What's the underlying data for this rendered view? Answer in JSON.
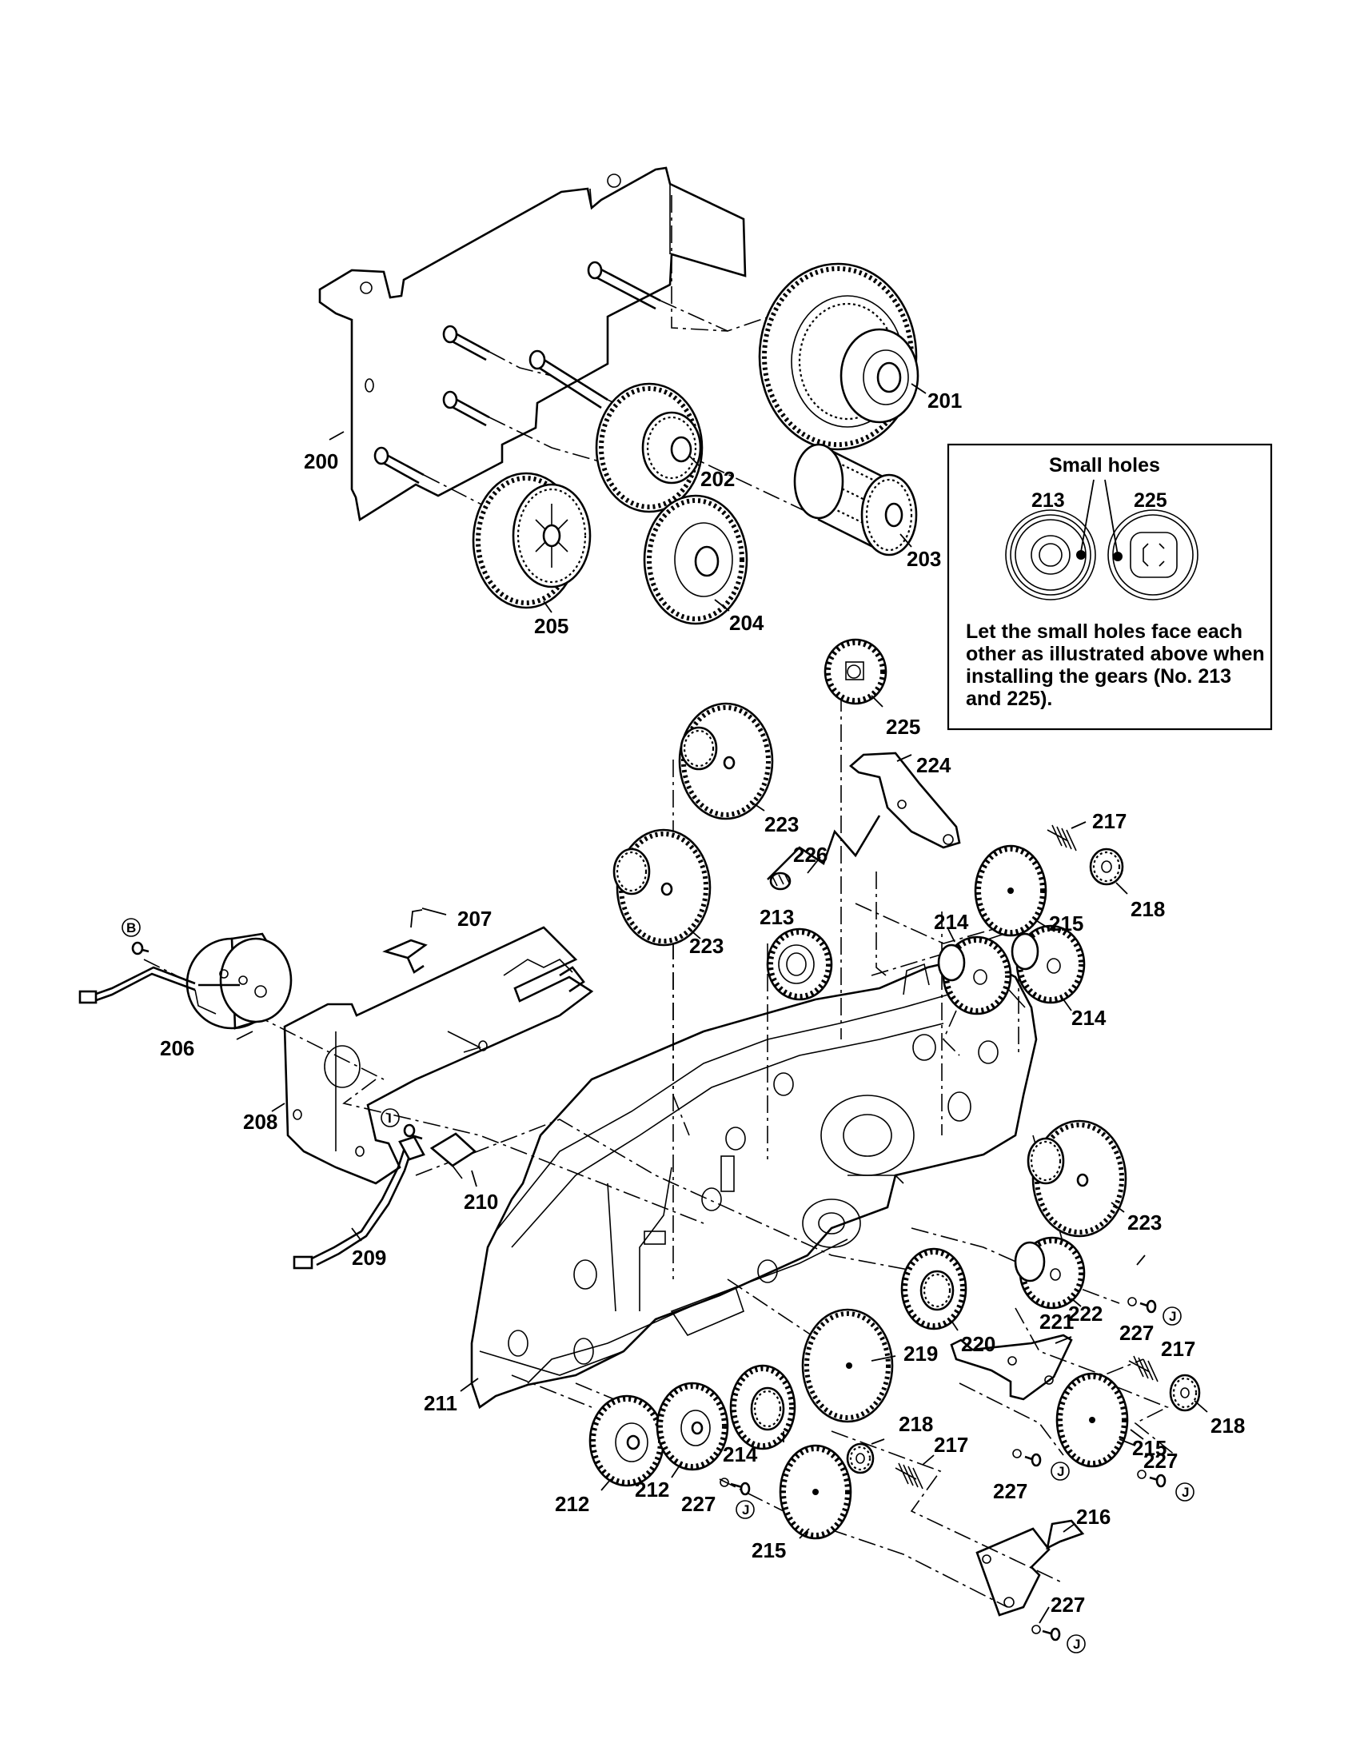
{
  "parts": [
    {
      "id": "200",
      "label": "200"
    },
    {
      "id": "201",
      "label": "201"
    },
    {
      "id": "202",
      "label": "202"
    },
    {
      "id": "203",
      "label": "203"
    },
    {
      "id": "204",
      "label": "204"
    },
    {
      "id": "205",
      "label": "205"
    },
    {
      "id": "206",
      "label": "206"
    },
    {
      "id": "207",
      "label": "207"
    },
    {
      "id": "208",
      "label": "208"
    },
    {
      "id": "209",
      "label": "209"
    },
    {
      "id": "210",
      "label": "210"
    },
    {
      "id": "211",
      "label": "211"
    },
    {
      "id": "212",
      "label": "212"
    },
    {
      "id": "213",
      "label": "213"
    },
    {
      "id": "214",
      "label": "214"
    },
    {
      "id": "215",
      "label": "215"
    },
    {
      "id": "216",
      "label": "216"
    },
    {
      "id": "217",
      "label": "217"
    },
    {
      "id": "218",
      "label": "218"
    },
    {
      "id": "219",
      "label": "219"
    },
    {
      "id": "220",
      "label": "220"
    },
    {
      "id": "221",
      "label": "221"
    },
    {
      "id": "222",
      "label": "222"
    },
    {
      "id": "223",
      "label": "223"
    },
    {
      "id": "224",
      "label": "224"
    },
    {
      "id": "225",
      "label": "225"
    },
    {
      "id": "226",
      "label": "226"
    },
    {
      "id": "227",
      "label": "227"
    }
  ],
  "screw_markers": {
    "B": "B",
    "I": "I",
    "J": "J"
  },
  "inset": {
    "title": "Small holes",
    "gear_a": "213",
    "gear_b": "225",
    "note_lines": [
      "Let the small holes face each",
      "other as illustrated above when",
      "installing the gears (No. 213",
      "and 225)."
    ]
  }
}
